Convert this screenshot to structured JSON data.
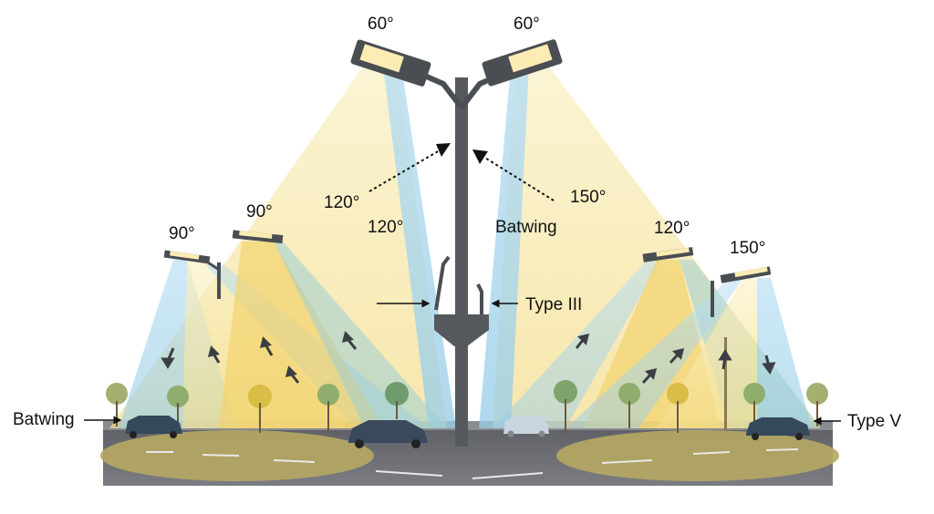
{
  "diagram": {
    "subject": "Street light beam angle and distribution types",
    "colors": {
      "warm_beam": "#f6e7a6",
      "warm_beam_strong": "#f2d16a",
      "cool_beam": "#a9d6ee",
      "road": "#6e7076",
      "road_glow": "#b9ad6c",
      "luminaire": "#4a4d52",
      "pole": "#55585c",
      "arrow": "#3b3f44",
      "text": "#111111"
    },
    "labels": {
      "top_left_angle": "60°",
      "top_right_angle": "60°",
      "mid_left_outer": "120°",
      "mid_left_inner": "120°",
      "mid_right": "150°",
      "mid_right_type": "Batwing",
      "far_left_angle": "90°",
      "left_angle": "90°",
      "right_angle": "120°",
      "far_right_angle": "150°",
      "center_type": "Type III",
      "left_edge_type": "Batwing",
      "right_edge_type": "Type V"
    }
  }
}
